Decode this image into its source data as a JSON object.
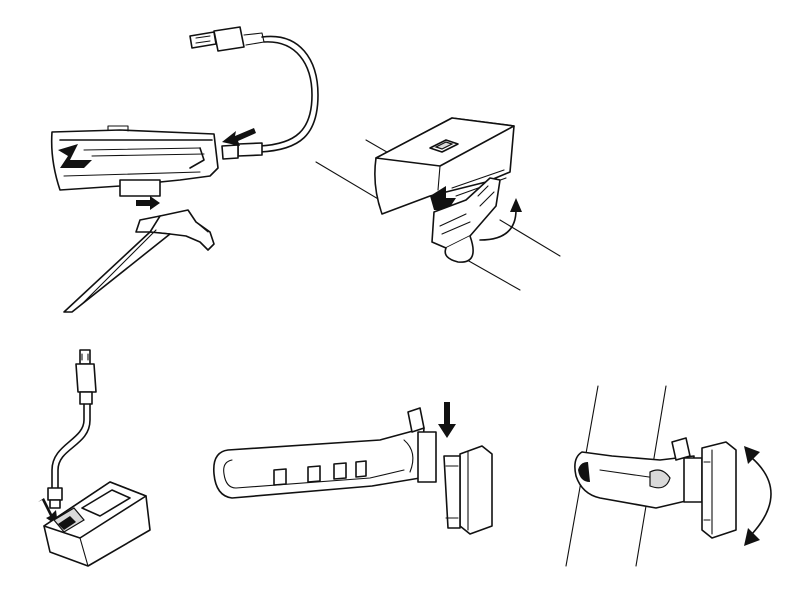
{
  "figure": {
    "panels": [
      {
        "id": "front-light-charging-and-bracket",
        "icons": [
          "usb-cable-icon",
          "front-light-icon",
          "handlebar-bracket-icon",
          "insert-arrow-icon"
        ]
      },
      {
        "id": "front-light-mounted-on-handlebar",
        "icons": [
          "front-light-icon",
          "strap-mount-icon",
          "rotate-arrow-icon"
        ]
      },
      {
        "id": "rear-light-charging",
        "icons": [
          "usb-cable-icon",
          "rear-light-icon",
          "insert-arrow-icon"
        ]
      },
      {
        "id": "rear-light-strap-attach",
        "icons": [
          "silicone-strap-icon",
          "rear-light-icon",
          "insert-arrow-icon"
        ]
      },
      {
        "id": "rear-light-mounted-on-seatpost",
        "icons": [
          "seatpost-icon",
          "rear-light-icon",
          "rotate-arrow-icon"
        ]
      }
    ],
    "colors": {
      "line": "#111111",
      "background": "#ffffff",
      "shade": "#d9d9d9"
    }
  }
}
